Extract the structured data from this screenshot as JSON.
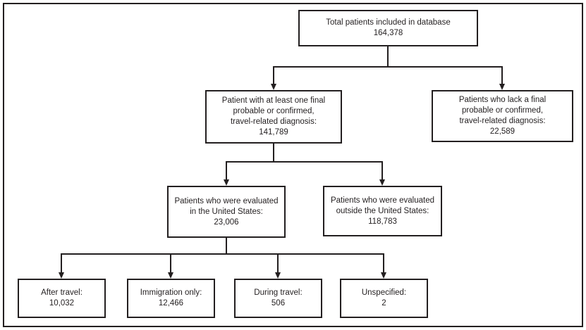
{
  "figure": {
    "type": "flowchart",
    "colors": {
      "ink": "#231f20",
      "background": "#ffffff"
    },
    "nodes": {
      "total": {
        "lines": [
          "Total patients included in database",
          "164,378"
        ]
      },
      "with_diagnosis": {
        "lines": [
          "Patient with at least one final",
          "probable or confirmed,",
          "travel-related diagnosis:",
          "141,789"
        ]
      },
      "lack_diagnosis": {
        "lines": [
          "Patients who lack a final",
          "probable or confirmed,",
          "travel-related diagnosis:",
          "22,589"
        ]
      },
      "evaluated_us": {
        "lines": [
          "Patients who were evaluated",
          "in the United States:",
          "23,006"
        ]
      },
      "evaluated_outside": {
        "lines": [
          "Patients who were evaluated",
          "outside the United States:",
          "118,783"
        ]
      },
      "after_travel": {
        "lines": [
          "After travel:",
          "10,032"
        ]
      },
      "immigration_only": {
        "lines": [
          "Immigration only:",
          "12,466"
        ]
      },
      "during_travel": {
        "lines": [
          "During travel:",
          "506"
        ]
      },
      "unspecified": {
        "lines": [
          "Unspecified:",
          "2"
        ]
      }
    }
  }
}
